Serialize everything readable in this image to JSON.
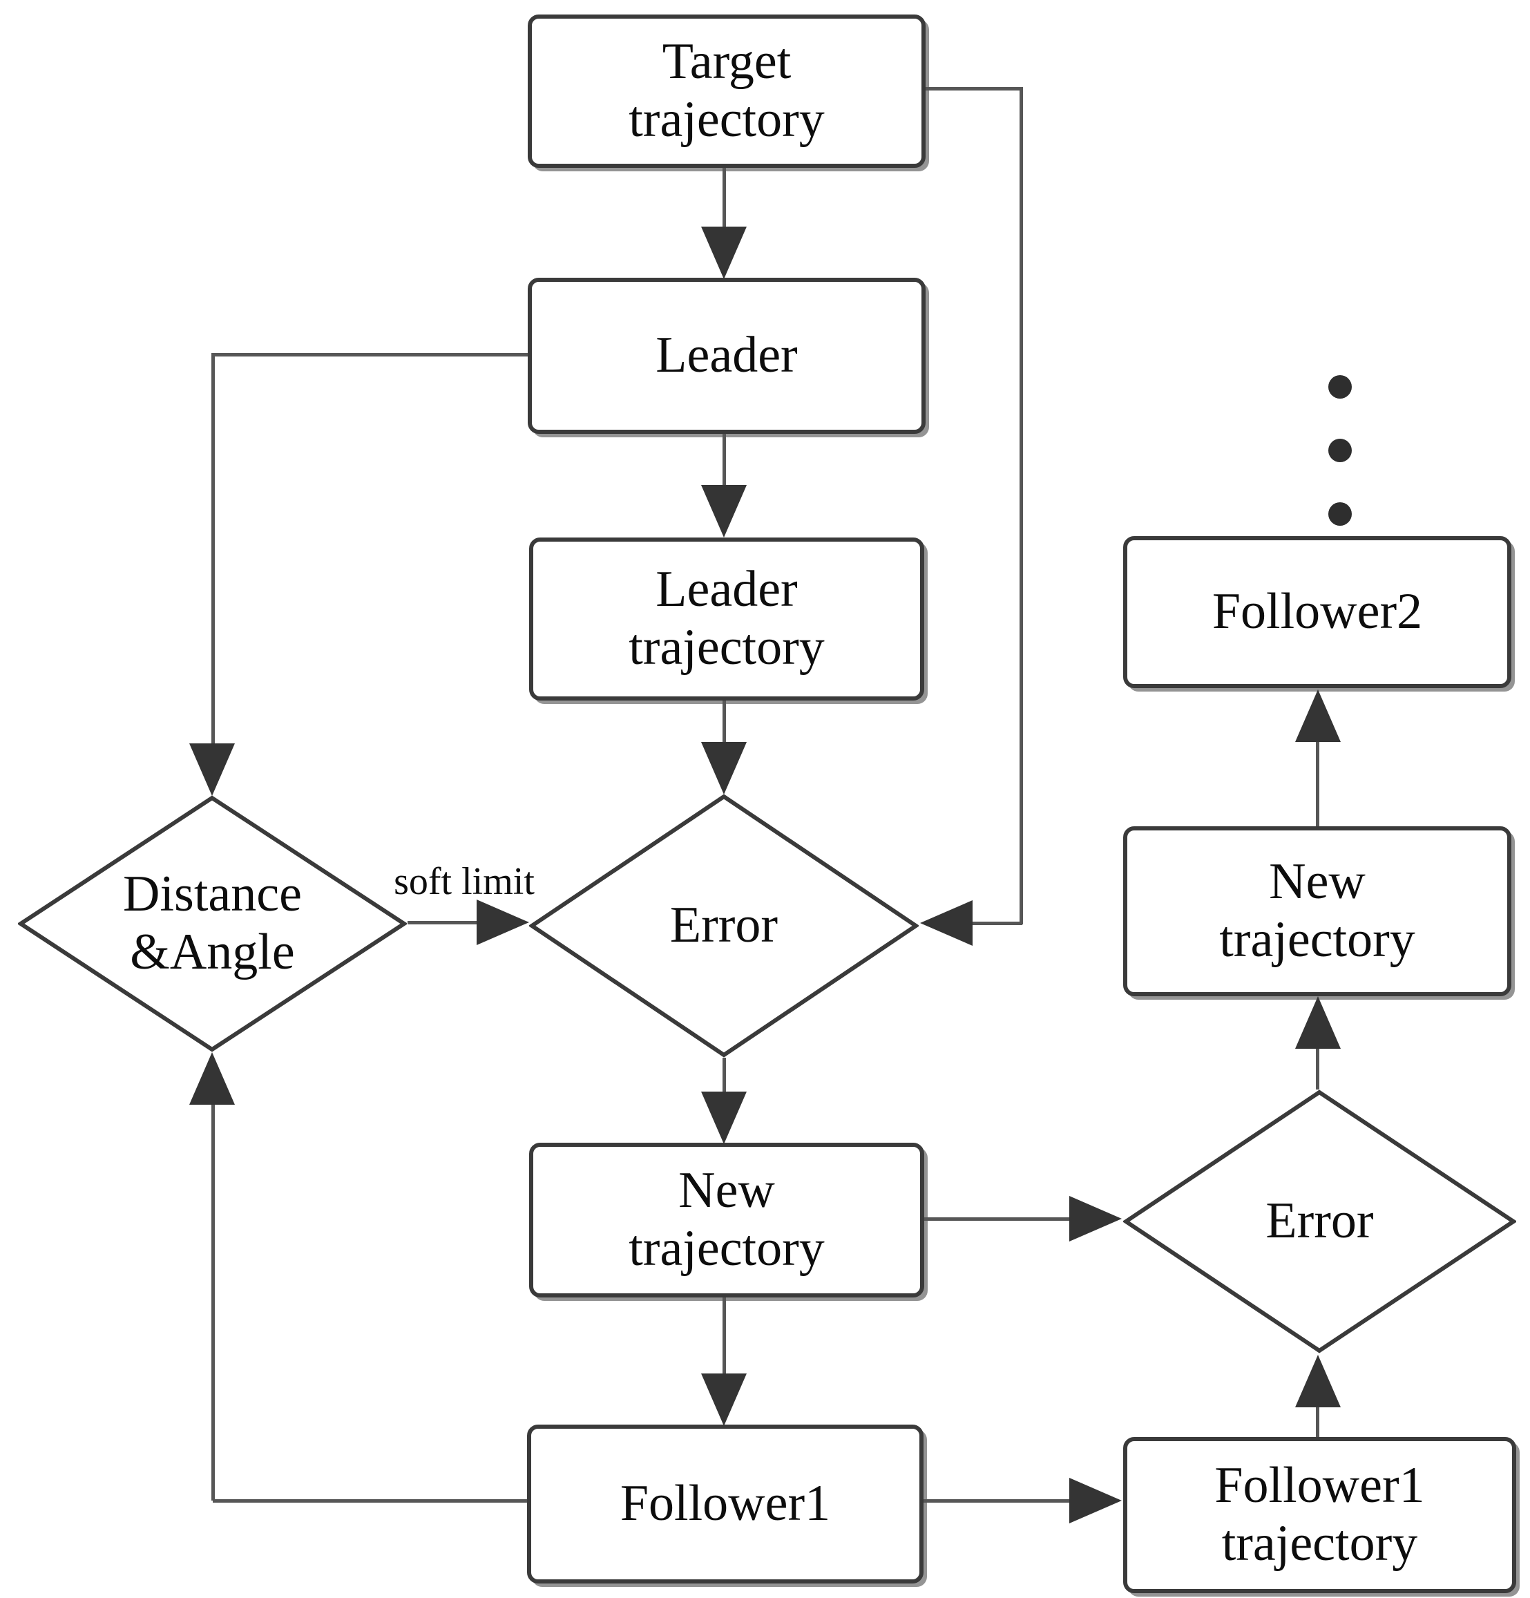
{
  "diagram_type": "flowchart",
  "colors": {
    "border": "#3a3a3a",
    "line": "#565656",
    "arrow": "#343434",
    "text": "#0d0d0d",
    "fill": "#ffffff",
    "shadow": "#949494",
    "bg": "#ffffff"
  },
  "nodes": {
    "target_trajectory": {
      "type": "process",
      "label": "Target\ntrajectory"
    },
    "leader": {
      "type": "process",
      "label": "Leader"
    },
    "leader_trajectory": {
      "type": "process",
      "label": "Leader\ntrajectory"
    },
    "error_mid": {
      "type": "decision",
      "label": "Error"
    },
    "distance_angle": {
      "type": "decision",
      "label": "Distance\n&Angle"
    },
    "new_trajectory_mid": {
      "type": "process",
      "label": "New\ntrajectory"
    },
    "follower1": {
      "type": "process",
      "label": "Follower1"
    },
    "follower1_trajectory": {
      "type": "process",
      "label": "Follower1\ntrajectory"
    },
    "error_right": {
      "type": "decision",
      "label": "Error"
    },
    "new_trajectory_right": {
      "type": "process",
      "label": "New\ntrajectory"
    },
    "follower2": {
      "type": "process",
      "label": "Follower2"
    }
  },
  "edge_labels": {
    "soft_limit": "soft limit"
  },
  "edges": [
    {
      "from": "target_trajectory",
      "to": "leader"
    },
    {
      "from": "leader",
      "to": "leader_trajectory"
    },
    {
      "from": "leader_trajectory",
      "to": "error_mid"
    },
    {
      "from": "target_trajectory",
      "to": "error_mid",
      "note": "feedback into right vertex"
    },
    {
      "from": "distance_angle",
      "to": "error_mid",
      "label": "soft limit"
    },
    {
      "from": "leader",
      "to": "distance_angle"
    },
    {
      "from": "follower1",
      "to": "distance_angle"
    },
    {
      "from": "error_mid",
      "to": "new_trajectory_mid"
    },
    {
      "from": "new_trajectory_mid",
      "to": "follower1"
    },
    {
      "from": "new_trajectory_mid",
      "to": "error_right"
    },
    {
      "from": "follower1",
      "to": "follower1_trajectory"
    },
    {
      "from": "follower1_trajectory",
      "to": "error_right"
    },
    {
      "from": "error_right",
      "to": "new_trajectory_right"
    },
    {
      "from": "new_trajectory_right",
      "to": "follower2"
    }
  ],
  "icons": {
    "continuation": "vertical-ellipsis"
  }
}
